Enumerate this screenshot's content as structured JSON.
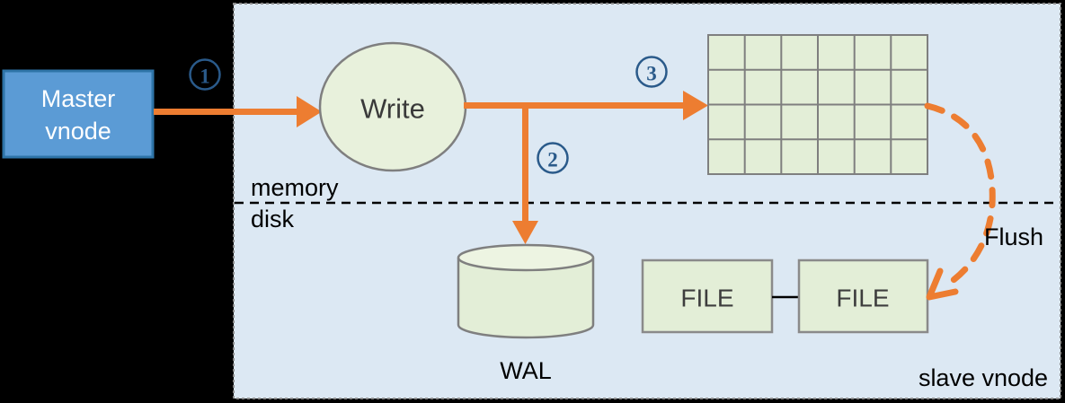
{
  "nodes": {
    "master_vnode": {
      "line1": "Master",
      "line2": "vnode"
    },
    "write": {
      "label": "Write"
    },
    "wal": {
      "label": "WAL"
    },
    "file_left": {
      "label": "FILE"
    },
    "file_right": {
      "label": "FILE"
    }
  },
  "steps": [
    {
      "n": "1"
    },
    {
      "n": "2"
    },
    {
      "n": "3"
    }
  ],
  "labels": {
    "memory": "memory",
    "disk": "disk",
    "flush": "Flush",
    "slave_vnode": "slave vnode"
  },
  "colors": {
    "background": "#000000",
    "panel_bg": "#dce8f3",
    "panel_border": "#8c8c8c",
    "arrow_orange": "#ed7d31",
    "master_fill": "#5b9bd5",
    "master_border": "#2e74a8",
    "master_text": "#ffffff",
    "node_green": "#e3eed7",
    "node_green_light": "#edf4e2",
    "node_border": "#7f7f7f",
    "step_blue": "#2a5a8a",
    "dark_text": "#3a3a3a",
    "plain_text": "#000000"
  }
}
